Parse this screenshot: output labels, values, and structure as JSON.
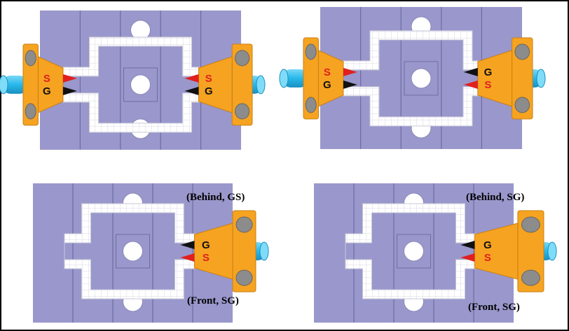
{
  "colors": {
    "board": "#9a97cc",
    "board_line": "#6f6ca3",
    "trace": "#ffffff",
    "probe": "#f6a321",
    "probe_edge": "#c98012",
    "screw": "#8c8c8c",
    "cable": "#27b8ea",
    "signal": "#e0201f",
    "ground": "#111111"
  },
  "panels": [
    {
      "id": "top-left",
      "probes": [
        {
          "side": "left",
          "pins": [
            "S",
            "G"
          ]
        },
        {
          "side": "right",
          "pins": [
            "S",
            "G"
          ]
        }
      ],
      "label_top": "",
      "label_bottom": ""
    },
    {
      "id": "top-right",
      "probes": [
        {
          "side": "left",
          "pins": [
            "S",
            "G"
          ]
        },
        {
          "side": "right",
          "pins": [
            "G",
            "S"
          ]
        }
      ],
      "label_top": "",
      "label_bottom": ""
    },
    {
      "id": "bottom-left",
      "probes": [
        {
          "side": "right",
          "pins": [
            "G",
            "S"
          ]
        }
      ],
      "label_top": "(Behind, GS)",
      "label_bottom": "(Front, SG)"
    },
    {
      "id": "bottom-right",
      "probes": [
        {
          "side": "right",
          "pins": [
            "G",
            "S"
          ]
        }
      ],
      "label_top": "(Behind, SG)",
      "label_bottom": "(Front, SG)"
    }
  ]
}
